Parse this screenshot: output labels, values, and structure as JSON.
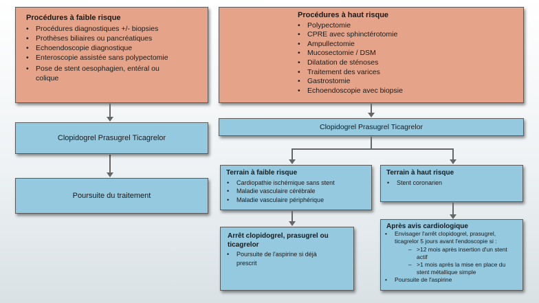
{
  "colors": {
    "orange_box": "#e5a489",
    "blue_box": "#94c9e0",
    "connector": "#666666"
  },
  "low_risk_procedures": {
    "title": "Procédures à faible risque",
    "items": [
      "Procédures diagnostiques +/- biopsies",
      "Prothèses biliaires ou pancréatiques",
      "Echoendoscopie diagnostique",
      "Enteroscopie assistée sans polypectomie",
      "Pose de stent oesophagien, entéral ou colique"
    ]
  },
  "high_risk_procedures": {
    "title": "Procédures à haut risque",
    "items": [
      "Polypectomie",
      "CPRE avec sphinctérotomie",
      "Ampullectomie",
      "Mucosectomie / DSM",
      "Dilatation de sténoses",
      "Traitement des varices",
      "Gastrostomie",
      "Echoendoscopie avec biopsie"
    ]
  },
  "left_drugs": "Clopidogrel Prasugrel Ticagrelor",
  "right_drugs": "Clopidogrel Prasugrel Ticagrelor",
  "continue_treatment": "Poursuite du traitement",
  "low_risk_terrain": {
    "title": "Terrain à faible risque",
    "items": [
      "Cardiopathie ischémique sans stent",
      "Maladie vasculaire cérébrale",
      "Maladie vasculaire périphérique"
    ]
  },
  "high_risk_terrain": {
    "title": "Terrain à haut risque",
    "items": [
      "Stent coronarien"
    ]
  },
  "stop_box": {
    "title": "Arrêt clopidogrel, prasugrel ou ticagrelor",
    "items": [
      "Poursuite de l'aspirine si déjà prescrit"
    ]
  },
  "cardio_box": {
    "title": "Après avis cardiologique",
    "item1": "Envisager l'arrêt clopidogrel, prasugrel, ticagrelor 5 jours avant l'endoscopie si :",
    "subitems": [
      ">12 mois après insertion d'un stent actif",
      ">1 mois après la mise en place du stent métallique simple"
    ],
    "item2": "Poursuite de l'aspirine"
  }
}
